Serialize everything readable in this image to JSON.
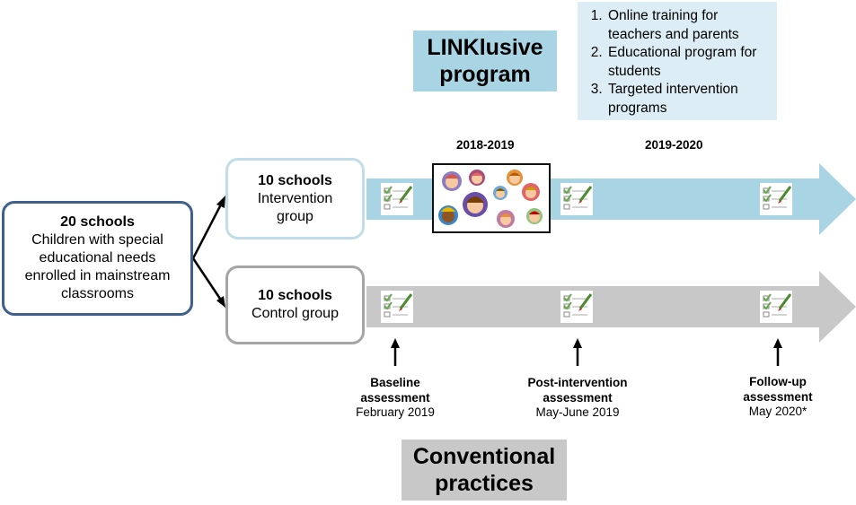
{
  "program": {
    "title_line1": "LINKlusive",
    "title_line2": "program",
    "components": [
      "Online training for teachers and parents",
      "Educational program for students",
      "Targeted intervention programs"
    ]
  },
  "conventional": {
    "title_line1": "Conventional",
    "title_line2": "practices"
  },
  "all_schools": {
    "count": "20 schools",
    "line1": "Children with special",
    "line2": "educational needs",
    "line3": "enrolled in mainstream",
    "line4": "classrooms"
  },
  "intervention": {
    "count": "10 schools",
    "line1": "Intervention",
    "line2": "group"
  },
  "control": {
    "count": "10 schools",
    "line1": "Control group"
  },
  "years": [
    "2018-2019",
    "2019-2020"
  ],
  "assessments": [
    {
      "line1": "Baseline",
      "line2": "assessment",
      "date": "February 2019"
    },
    {
      "line1": "Post-intervention",
      "line2": "assessment",
      "date": "May-June 2019"
    },
    {
      "line1": "Follow-up",
      "line2": "assessment",
      "date": "May 2020*"
    }
  ],
  "colors": {
    "intervention_arrow": "#a9d4e3",
    "control_arrow": "#c8c8c8",
    "all_box_border": "#3f5f8c",
    "intervention_box_border": "#c1dde8",
    "control_box_border": "#a5a5a5"
  },
  "icons": {
    "assessment": "checklist-icon",
    "children": "children-group-illustration"
  }
}
